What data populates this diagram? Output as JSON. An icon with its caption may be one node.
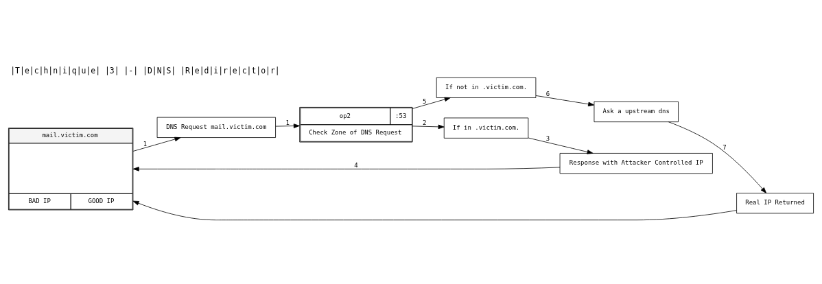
{
  "diagram": {
    "title": "|T|e|c|h|n|i|q|u|e| |3| |-| |D|N|S| |R|e|d|i|r|e|c|t|o|r|",
    "nodes": [
      {
        "text": [
          "mail.victim.com",
          "BAD IP",
          "GOOD IP"
        ]
      },
      {
        "text": [
          "DNS Request mail.victim.com"
        ]
      },
      {
        "text": [
          "op2",
          ":53",
          "Check Zone of DNS Request"
        ]
      },
      {
        "text": [
          "If in .victim.com."
        ]
      },
      {
        "text": [
          "Response with Attacker Controlled IP"
        ]
      },
      {
        "text": [
          "If not in .victim.com."
        ]
      },
      {
        "text": [
          "Ask a upstream dns"
        ]
      },
      {
        "text": [
          "Real IP Returned"
        ]
      }
    ],
    "edges": [
      {
        "from": 0,
        "to": 1,
        "arrow": "to",
        "label": "1"
      },
      {
        "from": 1,
        "to": 2,
        "arrow": "to",
        "label": "1"
      },
      {
        "from": 2,
        "to": 3,
        "arrow": "to",
        "label": "2"
      },
      {
        "from": 2,
        "to": 5,
        "arrow": "to",
        "label": "5"
      },
      {
        "from": 3,
        "to": 4,
        "arrow": "to",
        "label": "3"
      },
      {
        "from": 4,
        "to": 0,
        "arrow": "to",
        "label": "4"
      },
      {
        "from": 5,
        "to": 6,
        "arrow": "to",
        "label": "6"
      },
      {
        "from": 6,
        "to": 7,
        "arrow": "to",
        "label": "7"
      },
      {
        "from": 7,
        "to": 0,
        "arrow": "to"
      }
    ]
  }
}
